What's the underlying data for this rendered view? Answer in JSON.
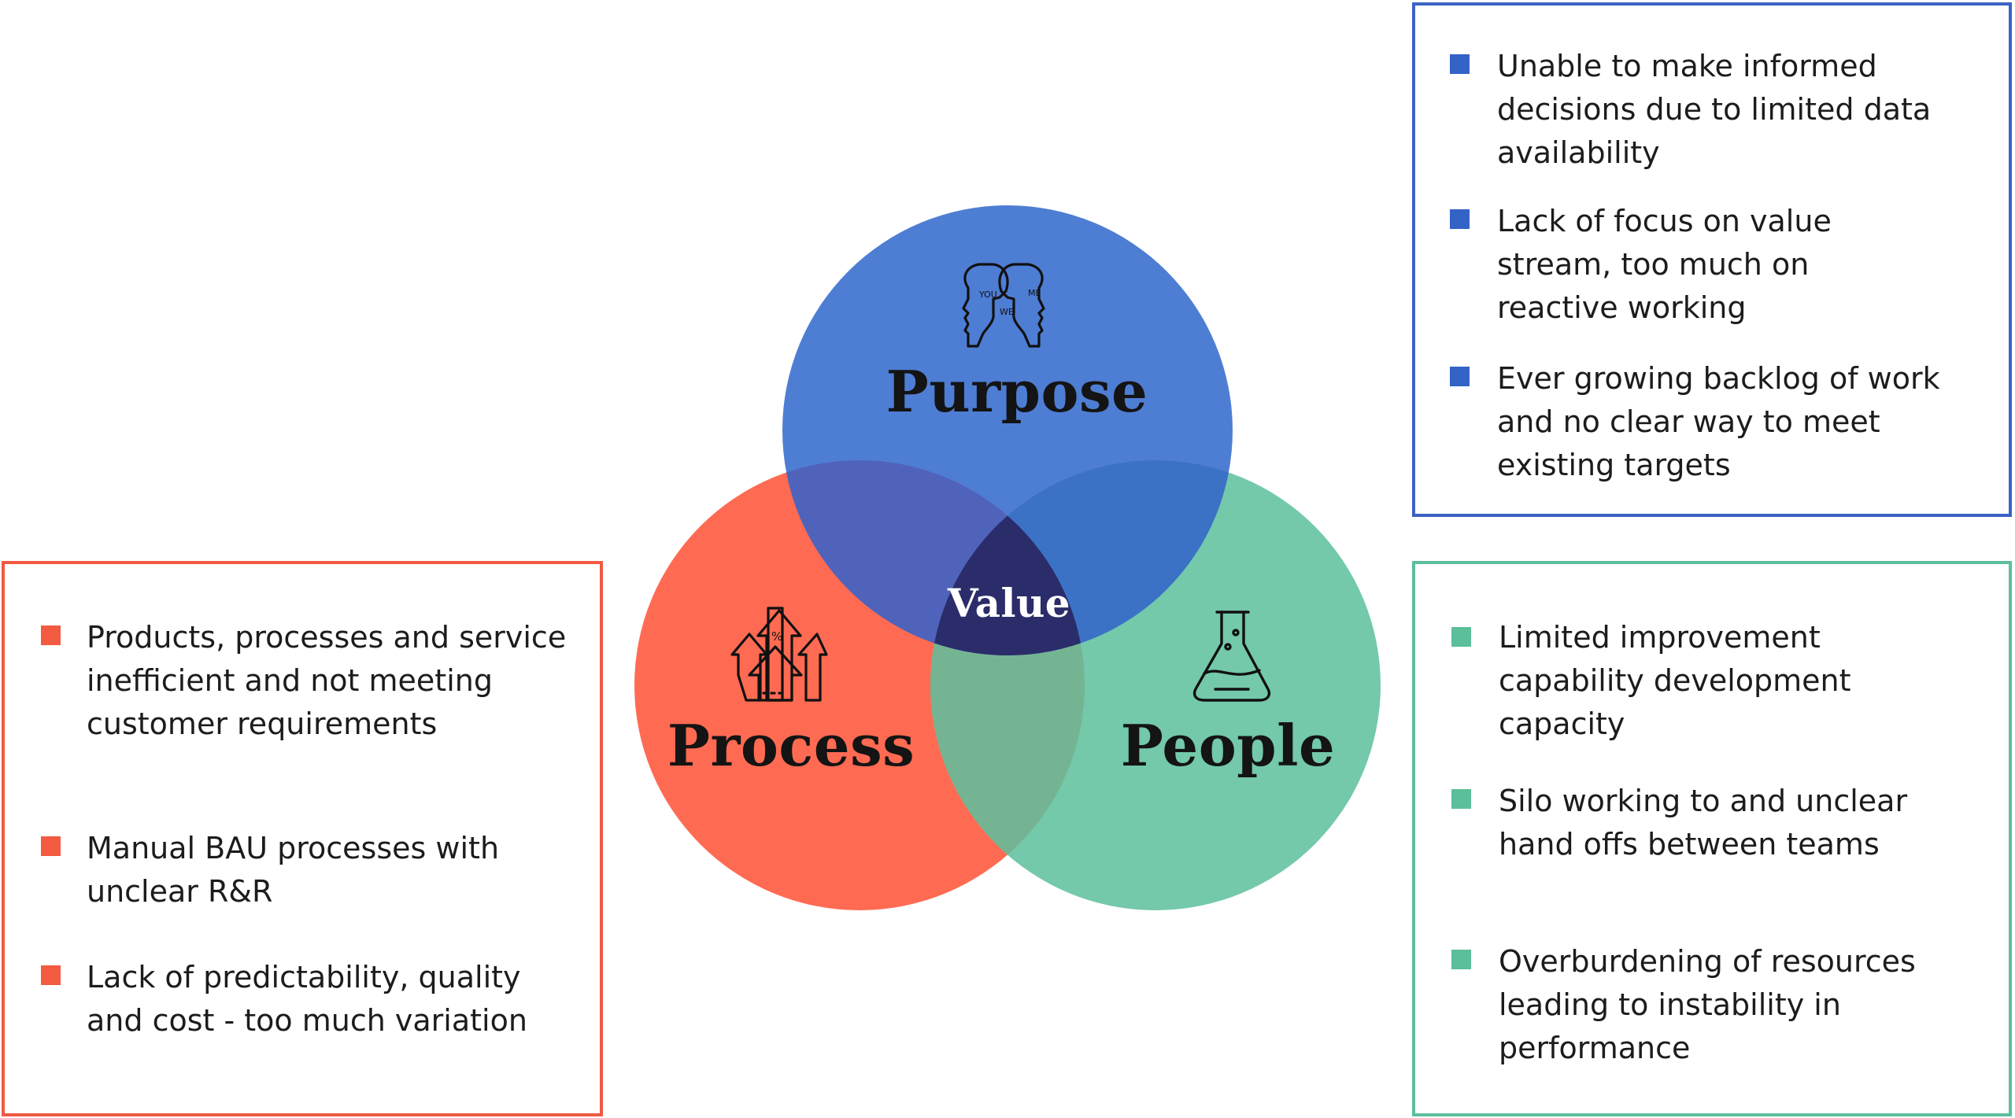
{
  "colors": {
    "purpose": "#4e7dd4",
    "process": "#ff6b52",
    "people": "#73c9aa",
    "center": "#2b2c6a",
    "purpose_border": "#3a63c4",
    "process_border": "#f05a43",
    "people_border": "#5cbf9c"
  },
  "diagram": {
    "purpose_label": "Purpose",
    "process_label": "Process",
    "people_label": "People",
    "center_label": "Value",
    "icons": {
      "purpose": "heads-you-me-we-icon",
      "process": "growth-arrows-icon",
      "people": "flask-icon"
    },
    "heads_icon_text": {
      "you": "YOU",
      "me": "ME",
      "we": "WE"
    }
  },
  "purpose_panel": {
    "items": [
      [
        "Unable to make informed",
        "decisions due to limited data",
        "availability"
      ],
      [
        "Lack of focus on value",
        "stream, too much on",
        "reactive working"
      ],
      [
        "Ever growing backlog of work",
        "and no clear way to meet",
        "existing targets"
      ]
    ]
  },
  "process_panel": {
    "items": [
      [
        "Products, processes and service",
        "inefficient and not meeting",
        "customer requirements"
      ],
      [
        "Manual BAU processes with",
        "unclear R&R"
      ],
      [
        "Lack of predictability, quality",
        "and cost - too much variation"
      ]
    ]
  },
  "people_panel": {
    "items": [
      [
        "Limited improvement",
        "capability development",
        "capacity"
      ],
      [
        "Silo working to and unclear",
        "hand offs between teams"
      ],
      [
        "Overburdening of resources",
        "leading to instability in",
        "performance"
      ]
    ]
  }
}
